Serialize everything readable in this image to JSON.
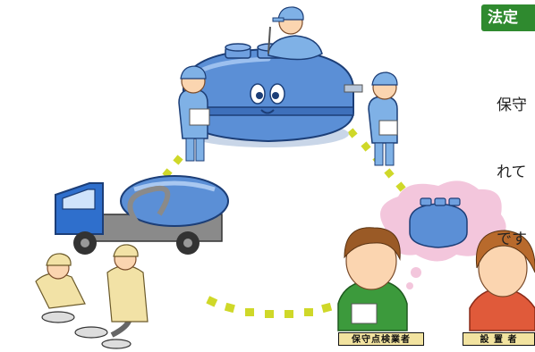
{
  "section_tag": "法定",
  "intro_text_lines": [
    "保守",
    "れて",
    "です"
  ],
  "signs": {
    "maintenance": "保守点検業者",
    "installer": "設 置 者"
  },
  "colors": {
    "tank": "#5b8fd6",
    "dots": "#cfd829",
    "tag_bg": "#2f8a2f",
    "cloud": "#f3c6dc",
    "worker_uniform": "#7fb1e6",
    "truck": "#2f6fcc"
  }
}
